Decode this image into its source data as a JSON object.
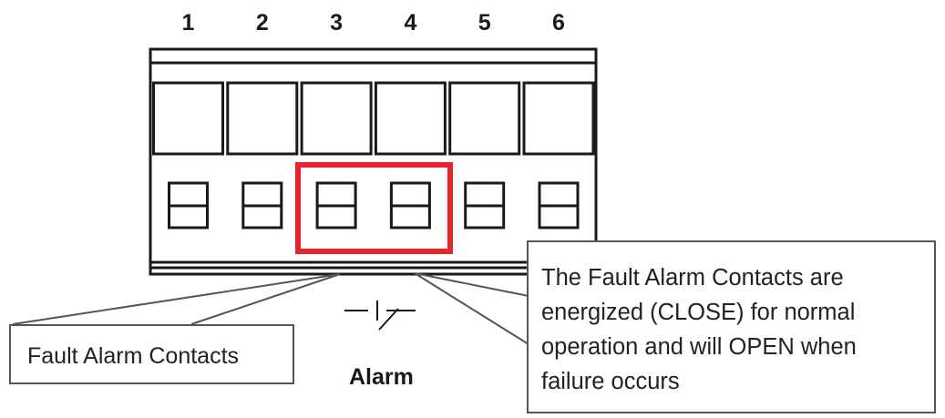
{
  "pins": [
    "1",
    "2",
    "3",
    "4",
    "5",
    "6"
  ],
  "highlight_color": "#e8232a",
  "fault_callout": {
    "label": "Fault Alarm Contacts"
  },
  "alarm_label": "Alarm",
  "note_callout": {
    "lines": [
      "The Fault Alarm Contacts are",
      "energized (CLOSE) for normal",
      "operation and will OPEN when",
      "failure occurs"
    ]
  },
  "icons": {
    "contact_symbol": "switch-contact-icon"
  }
}
